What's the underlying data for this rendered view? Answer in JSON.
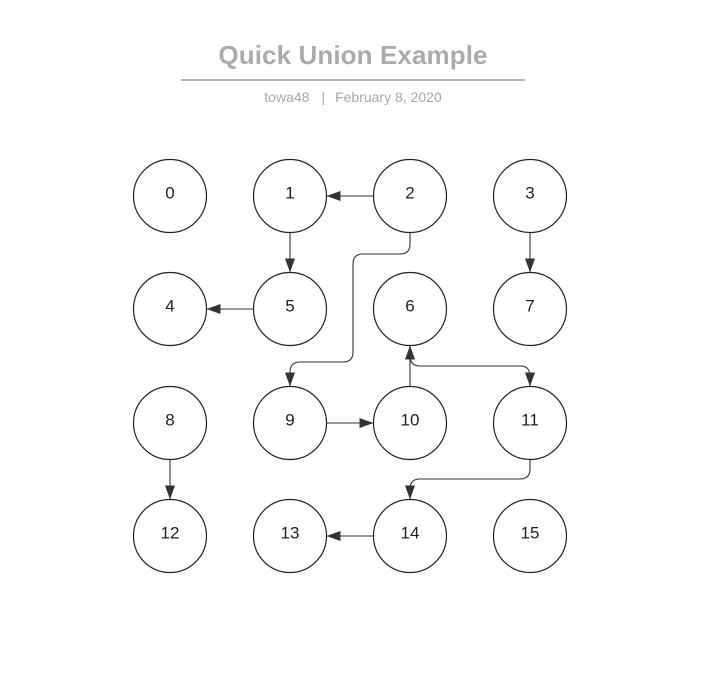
{
  "header": {
    "title": "Quick Union Example",
    "author": "towa48",
    "separator": "|",
    "date": "February 8, 2020"
  },
  "colors": {
    "title": "#ababab",
    "meta": "#a8a8a8",
    "node_stroke": "#222222",
    "edge": "#333333"
  },
  "diagram": {
    "nodes": [
      {
        "id": "0",
        "label": "0"
      },
      {
        "id": "1",
        "label": "1"
      },
      {
        "id": "2",
        "label": "2"
      },
      {
        "id": "3",
        "label": "3"
      },
      {
        "id": "4",
        "label": "4"
      },
      {
        "id": "5",
        "label": "5"
      },
      {
        "id": "6",
        "label": "6"
      },
      {
        "id": "7",
        "label": "7"
      },
      {
        "id": "8",
        "label": "8"
      },
      {
        "id": "9",
        "label": "9"
      },
      {
        "id": "10",
        "label": "10"
      },
      {
        "id": "11",
        "label": "11"
      },
      {
        "id": "12",
        "label": "12"
      },
      {
        "id": "13",
        "label": "13"
      },
      {
        "id": "14",
        "label": "14"
      },
      {
        "id": "15",
        "label": "15"
      }
    ],
    "edges": [
      {
        "from": "2",
        "to": "1"
      },
      {
        "from": "1",
        "to": "5"
      },
      {
        "from": "5",
        "to": "4"
      },
      {
        "from": "3",
        "to": "7"
      },
      {
        "from": "2",
        "to": "9"
      },
      {
        "from": "9",
        "to": "10"
      },
      {
        "from": "10",
        "to": "6"
      },
      {
        "from": "6",
        "to": "11"
      },
      {
        "from": "11",
        "to": "14"
      },
      {
        "from": "8",
        "to": "12"
      },
      {
        "from": "14",
        "to": "13"
      }
    ]
  }
}
